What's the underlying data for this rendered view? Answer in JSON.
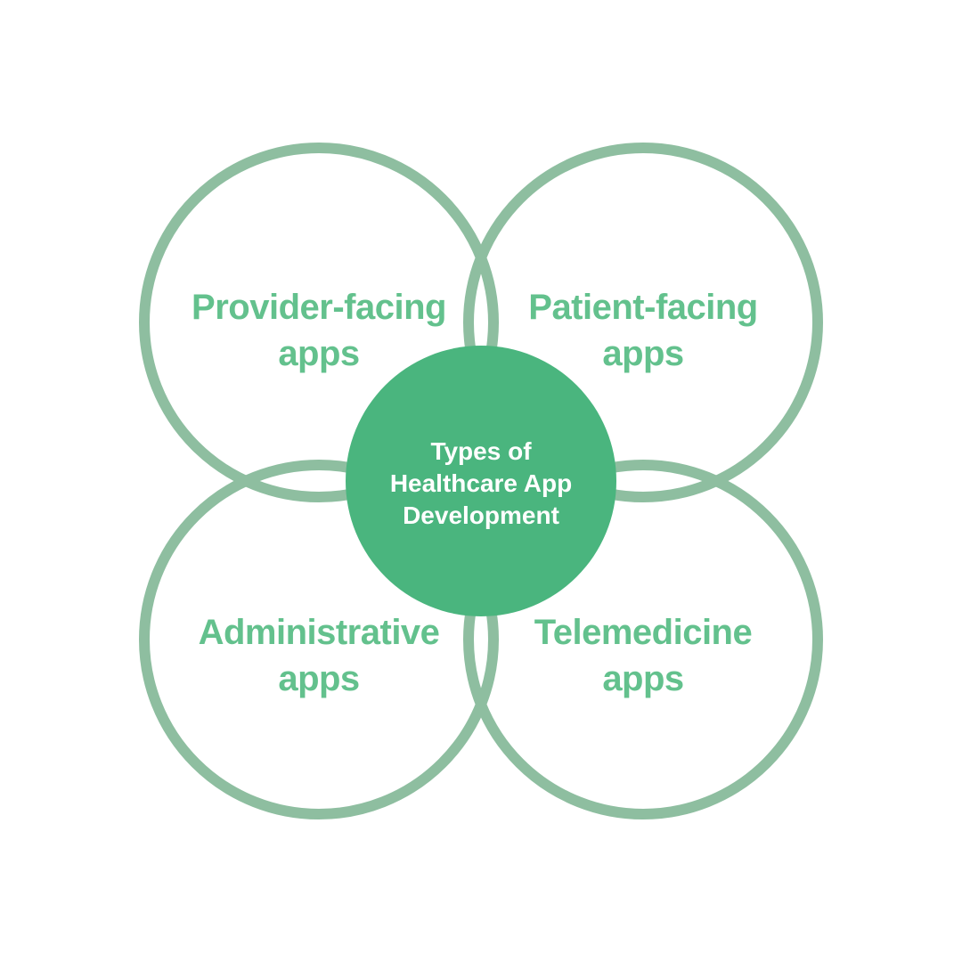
{
  "colors": {
    "background": "#FFFFFF",
    "circle-outline": "#8EBEA0",
    "center-fill": "#4AB57E",
    "label-green": "#63C18D",
    "center-text": "#FFFFFF"
  },
  "diagram": {
    "center": {
      "lines": [
        "Types of",
        "Healthcare App",
        "Development"
      ]
    },
    "quadrants": [
      {
        "position": "top-left",
        "line1": "Provider-facing",
        "line2": "apps"
      },
      {
        "position": "top-right",
        "line1": "Patient-facing",
        "line2": "apps"
      },
      {
        "position": "bottom-left",
        "line1": "Administrative",
        "line2": "apps"
      },
      {
        "position": "bottom-right",
        "line1": "Telemedicine",
        "line2": "apps"
      }
    ]
  }
}
